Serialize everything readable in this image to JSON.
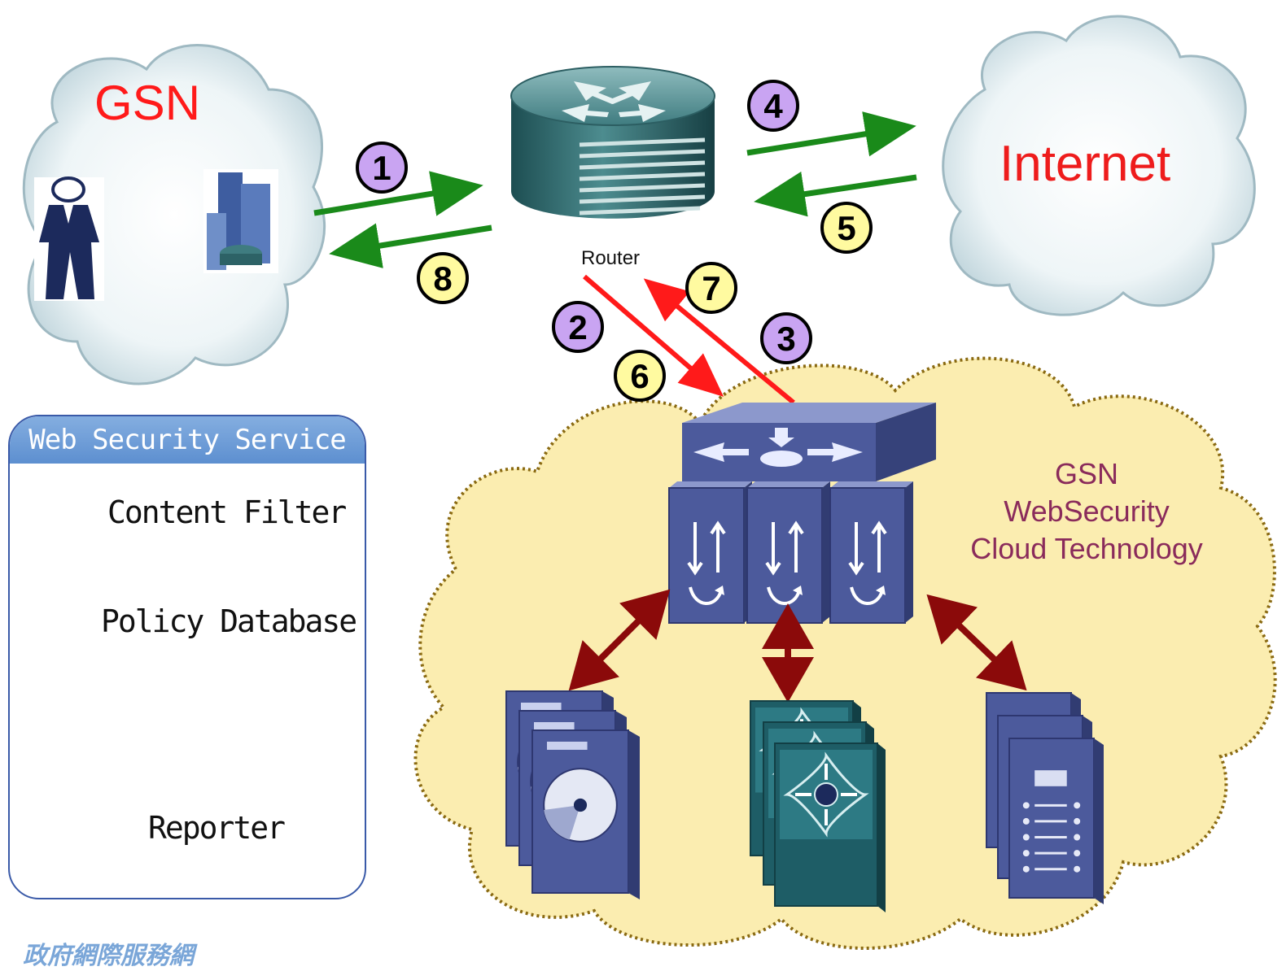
{
  "clouds": {
    "gsn": {
      "label": "GSN"
    },
    "internet": {
      "label": "Internet"
    },
    "websecurity": {
      "label": "GSN WebSecurity Cloud Technology"
    }
  },
  "router": {
    "label": "Router"
  },
  "steps": [
    {
      "n": "1",
      "color": "#c9a4f2"
    },
    {
      "n": "2",
      "color": "#c9a4f2"
    },
    {
      "n": "3",
      "color": "#c9a4f2"
    },
    {
      "n": "4",
      "color": "#c9a4f2"
    },
    {
      "n": "5",
      "color": "#fffaa0"
    },
    {
      "n": "6",
      "color": "#fffaa0"
    },
    {
      "n": "7",
      "color": "#fffaa0"
    },
    {
      "n": "8",
      "color": "#fffaa0"
    }
  ],
  "legend": {
    "title": "Web Security Service",
    "items": [
      {
        "label": "Content Filter",
        "icon": "content-filter-icon"
      },
      {
        "label": "Policy Database",
        "icon": "policy-database-icon"
      },
      {
        "label": "",
        "icon": "server-icon"
      },
      {
        "label": "Reporter",
        "icon": "reporter-icon"
      }
    ]
  },
  "footer": {
    "text": "政府網際服務網"
  },
  "colors": {
    "green_arrow": "#1a8a1a",
    "red_arrow": "#ff1a1a",
    "dark_red_arrow": "#8b0a0a",
    "device_blue": "#4c5a9c"
  }
}
